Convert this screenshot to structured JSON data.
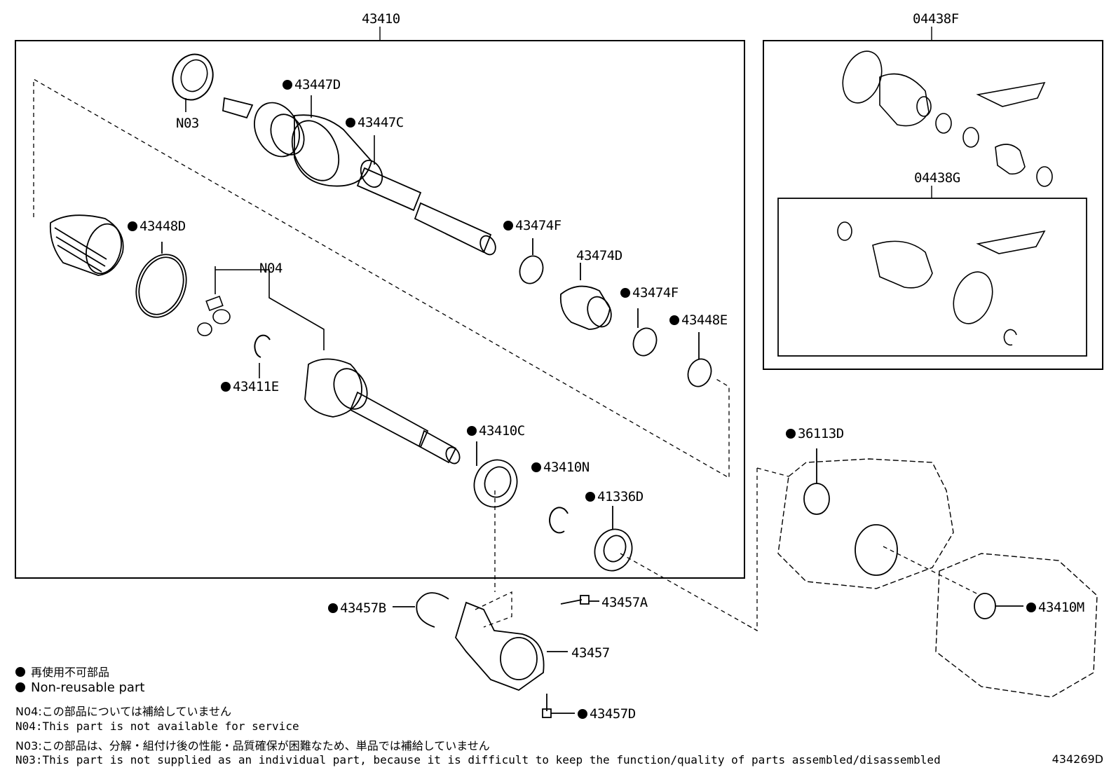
{
  "labels": {
    "assy": "43410",
    "kit_f": "04438F",
    "kit_g": "04438G",
    "n03": "N03",
    "n04": "N04",
    "l43447D": "43447D",
    "l43447C": "43447C",
    "l43448D": "43448D",
    "l43474F_a": "43474F",
    "l43474D": "43474D",
    "l43474F_b": "43474F",
    "l43448E": "43448E",
    "l43411E": "43411E",
    "l43410C": "43410C",
    "l43410N": "43410N",
    "l41336D": "41336D",
    "l36113D": "36113D",
    "l43457B": "43457B",
    "l43457A": "43457A",
    "l43457": "43457",
    "l43457D": "43457D",
    "l43410M": "43410M"
  },
  "legend": {
    "jp": "再使用不可部品",
    "en": "Non-reusable part"
  },
  "notes": {
    "n04_jp": "N04:この部品については補給していません",
    "n04_en": "N04:This part is not available for service",
    "n03_jp": "N03:この部品は、分解・組付け後の性能・品質確保が困難なため、単品では補給していません",
    "n03_en": "N03:This part is not supplied as an individual part, because it is difficult to keep the function/quality of parts assembled/disassembled"
  },
  "diagram_code": "434269D"
}
